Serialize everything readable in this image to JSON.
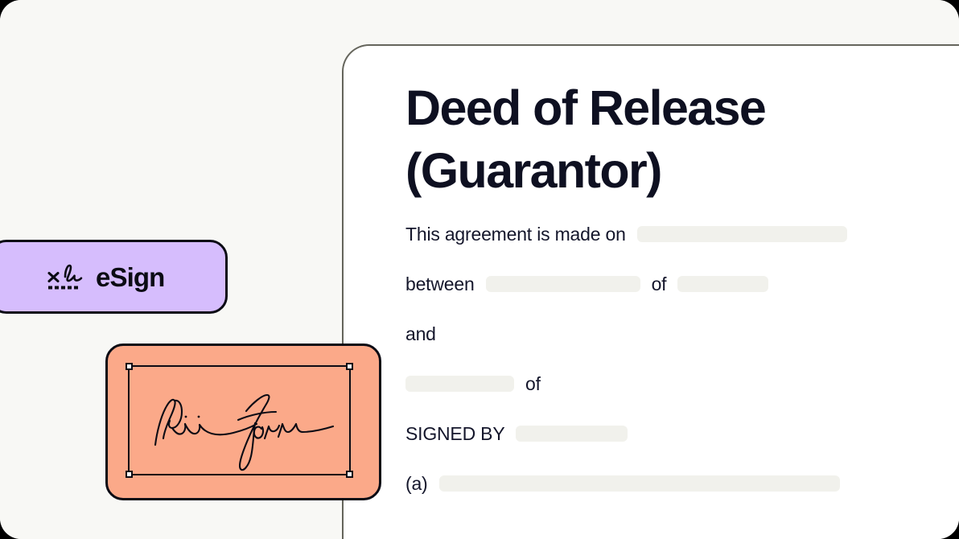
{
  "frame": {
    "background": "#000000",
    "canvas_background": "#F8F8F5"
  },
  "esign_badge": {
    "label": "eSign",
    "icon": "signature-x-icon",
    "background": "#D6BDFD",
    "border_color": "#0B0B14"
  },
  "signature_card": {
    "background": "#FBA989",
    "border_color": "#0B0B14",
    "signature_alt": "handwritten-signature",
    "selected": true,
    "handles": [
      "top-left",
      "top-right",
      "bottom-left",
      "bottom-right"
    ]
  },
  "document": {
    "background": "#FFFFFF",
    "border_color": "#65655C",
    "title": "Deed of Release\n(Guarantor)",
    "title_color": "#0E1021",
    "field_color": "#F1F1EC",
    "rows": [
      {
        "id": "made-on",
        "label": "This agreement is made on",
        "fields": 1
      },
      {
        "id": "between",
        "label": "between",
        "connector": "of",
        "fields": 2
      },
      {
        "id": "and",
        "label": "and",
        "fields": 0
      },
      {
        "id": "party-two",
        "label": "",
        "connector": "of",
        "fields": 1
      },
      {
        "id": "signed-by",
        "label": "SIGNED BY",
        "fields": 1
      },
      {
        "id": "clause-a",
        "label": "(a)",
        "fields": 1
      }
    ],
    "row_labels": {
      "made_on": "This agreement is made on",
      "between": "between",
      "of_1": "of",
      "and": "and",
      "of_2": "of",
      "signed_by": "SIGNED BY",
      "clause_a": "(a)"
    }
  }
}
